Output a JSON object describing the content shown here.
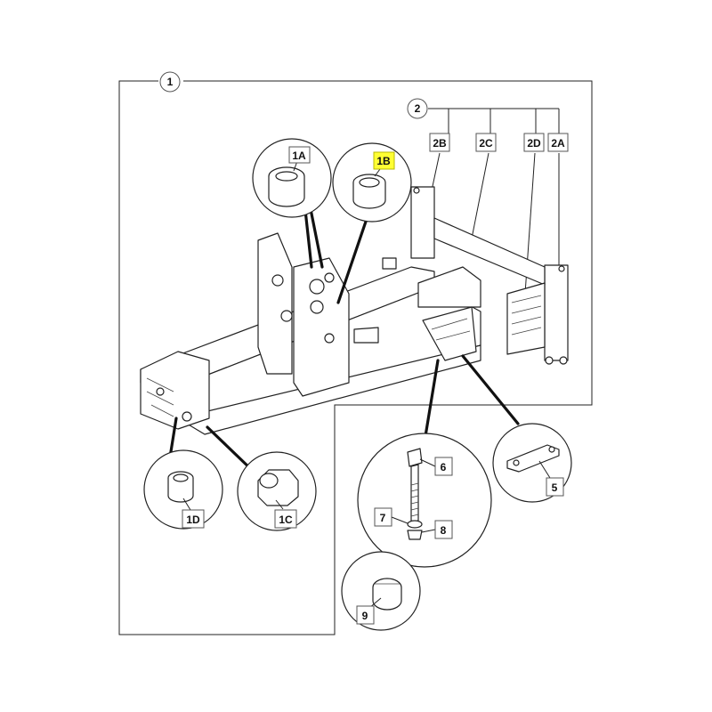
{
  "labels": {
    "l1": "1",
    "l1A": "1A",
    "l1B": "1B",
    "l1C": "1C",
    "l1D": "1D",
    "l2": "2",
    "l2A": "2A",
    "l2B": "2B",
    "l2C": "2C",
    "l2D": "2D",
    "l5": "5",
    "l6": "6",
    "l7": "7",
    "l8": "8",
    "l9": "9"
  },
  "highlight": "1B",
  "colors": {
    "highlight": "#ffff33",
    "line": "#222222"
  }
}
